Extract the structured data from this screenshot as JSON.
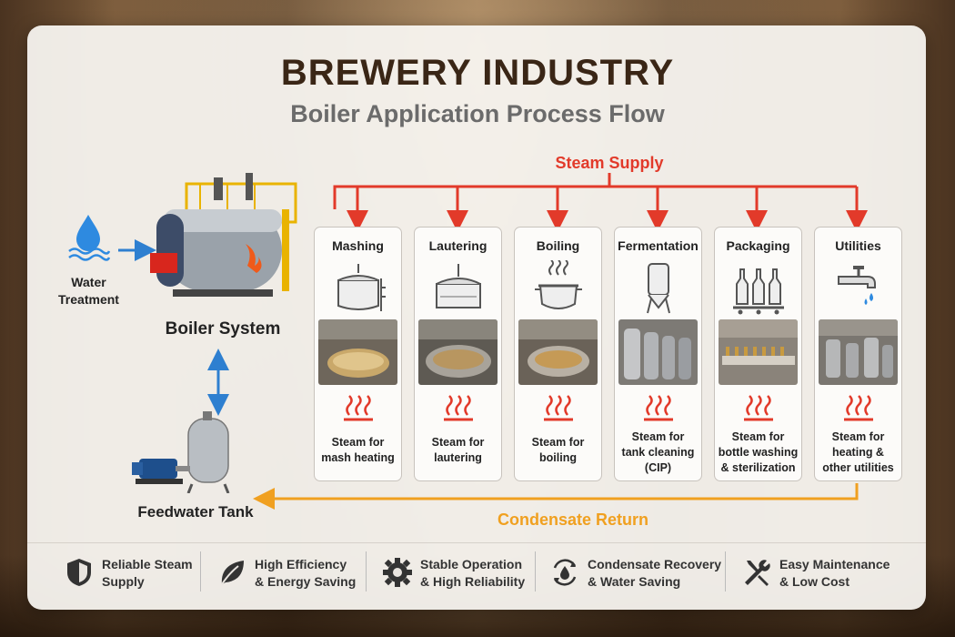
{
  "title": "BREWERY INDUSTRY",
  "subtitle": "Boiler Application Process Flow",
  "steam_supply": "Steam Supply",
  "condensate_return": "Condensate Return",
  "water_treatment": {
    "line1": "Water",
    "line2": "Treatment"
  },
  "boiler_label": "Boiler System",
  "feedwater_label": "Feedwater Tank",
  "stages": [
    {
      "name": "Mashing",
      "icon": "mash-tun-icon",
      "desc_lines": [
        "Steam for",
        "mash heating"
      ]
    },
    {
      "name": "Lautering",
      "icon": "lauter-tun-icon",
      "desc_lines": [
        "Steam for",
        "lautering"
      ]
    },
    {
      "name": "Boiling",
      "icon": "boil-kettle-icon",
      "desc_lines": [
        "Steam for",
        "boiling"
      ]
    },
    {
      "name": "Fermentation",
      "icon": "fermenter-icon",
      "desc_lines": [
        "Steam for",
        "tank cleaning",
        "(CIP)"
      ]
    },
    {
      "name": "Packaging",
      "icon": "bottles-icon",
      "desc_lines": [
        "Steam for",
        "bottle washing",
        "& sterilization"
      ]
    },
    {
      "name": "Utilities",
      "icon": "faucet-icon",
      "desc_lines": [
        "Steam for",
        "heating &",
        "other utilities"
      ]
    }
  ],
  "features": [
    {
      "icon": "shield-icon",
      "line1": "Reliable Steam",
      "line2": "Supply"
    },
    {
      "icon": "leaf-icon",
      "line1": "High Efficiency",
      "line2": "& Energy Saving"
    },
    {
      "icon": "gear-icon",
      "line1": "Stable Operation",
      "line2": "& High Reliability"
    },
    {
      "icon": "recycle-drop-icon",
      "line1": "Condensate Recovery",
      "line2": "& Water Saving"
    },
    {
      "icon": "wrench-screwdriver-icon",
      "line1": "Easy Maintenance",
      "line2": "& Low Cost"
    }
  ],
  "colors": {
    "steam": "#e23a2a",
    "condensate": "#f0a020",
    "flow_blue": "#2e7fd0",
    "title": "#3a2616"
  }
}
